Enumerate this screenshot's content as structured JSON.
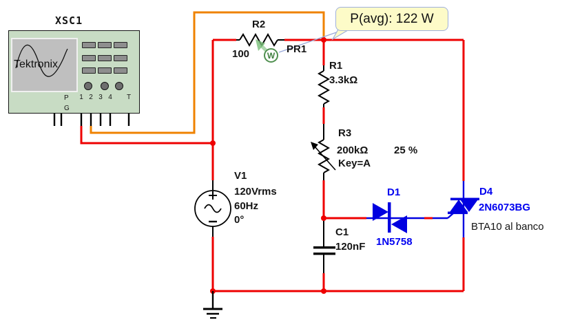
{
  "callout": {
    "text": "P(avg): 122 W"
  },
  "scope": {
    "ref": "XSC1",
    "brand": "Tektronix",
    "plugs": [
      "P",
      "G"
    ],
    "terminals": [
      "1",
      "2",
      "3",
      "4",
      "T"
    ]
  },
  "components": {
    "v1": {
      "ref": "V1",
      "line1": "120Vrms",
      "line2": "60Hz",
      "line3": "0°"
    },
    "r1": {
      "ref": "R1",
      "value": "3.3kΩ"
    },
    "r2": {
      "ref": "R2",
      "value": "100"
    },
    "r3": {
      "ref": "R3",
      "value": "200kΩ",
      "percent": "25 %",
      "key": "Key=A"
    },
    "c1": {
      "ref": "C1",
      "value": "120nF"
    },
    "d1": {
      "ref": "D1",
      "value": "1N5758"
    },
    "d4": {
      "ref": "D4",
      "value": "2N6073BG",
      "note": "BTA10 al banco"
    },
    "pr1": {
      "ref": "PR1",
      "unit": "W"
    }
  },
  "colors": {
    "wire_red": "#ee0000",
    "wire_orange": "#ef8200",
    "component_blue": "#0000e0",
    "label_blue": "#0000f0",
    "scope_body_green": "#c8dcc4",
    "probe_green": "#4e8f4e",
    "callout_bg": "#fdfbc8",
    "callout_border": "#9fb0dc"
  }
}
